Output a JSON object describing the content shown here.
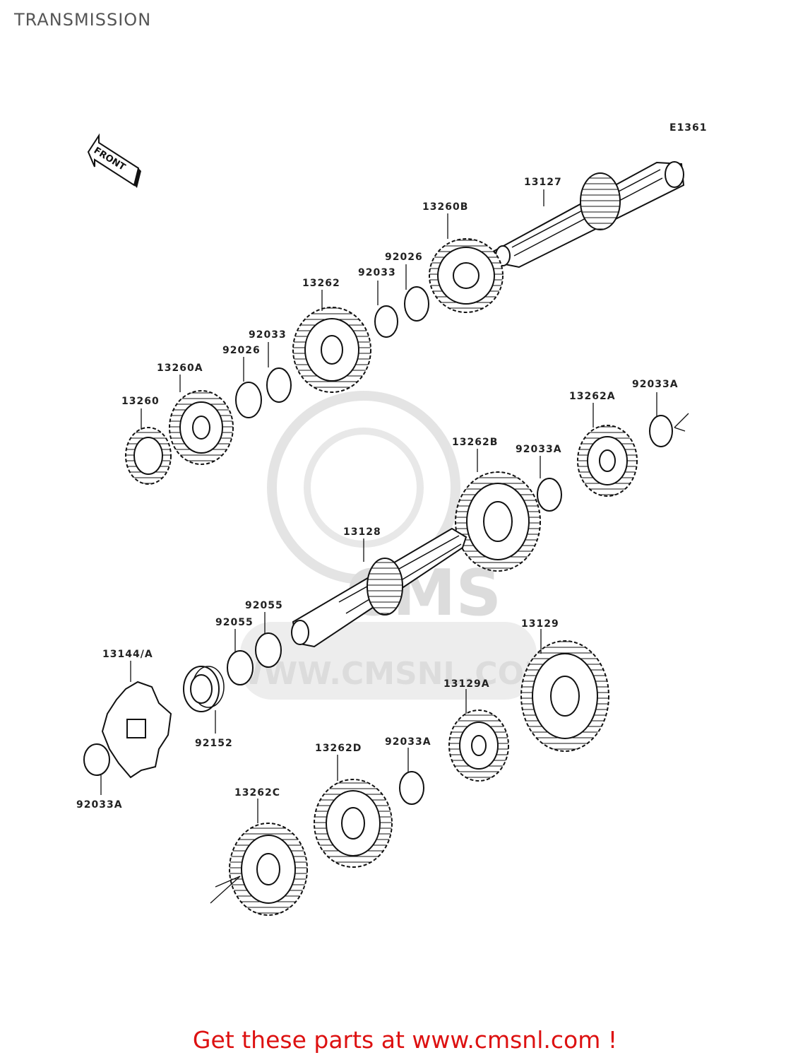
{
  "page": {
    "title": "TRANSMISSION",
    "diagram_code": "E1361",
    "front_indicator": "FRONT",
    "footer_link": "Get these parts at www.cmsnl.com !",
    "watermark": "www.cmsnl.com"
  },
  "parts": {
    "p13127": "13127",
    "p13260B": "13260B",
    "p92026_upper": "92026",
    "p92033_upper": "92033",
    "p13262": "13262",
    "p92033_mid": "92033",
    "p92026_mid": "92026",
    "p13260A": "13260A",
    "p13260": "13260",
    "p92033A_right": "92033A",
    "p13262A": "13262A",
    "p13262B": "13262B",
    "p92033A_mid": "92033A",
    "p13128": "13128",
    "p92055_a": "92055",
    "p92055_b": "92055",
    "p13129": "13129",
    "p13144A": "13144/A",
    "p13129A": "13129A",
    "p92152": "92152",
    "p92033A_lower": "92033A",
    "p13262D": "13262D",
    "p92033A_left": "92033A",
    "p13262C": "13262C"
  },
  "colors": {
    "footer_text": "#dd1111",
    "title_text": "#555555",
    "watermark": "#d9d9d9"
  }
}
